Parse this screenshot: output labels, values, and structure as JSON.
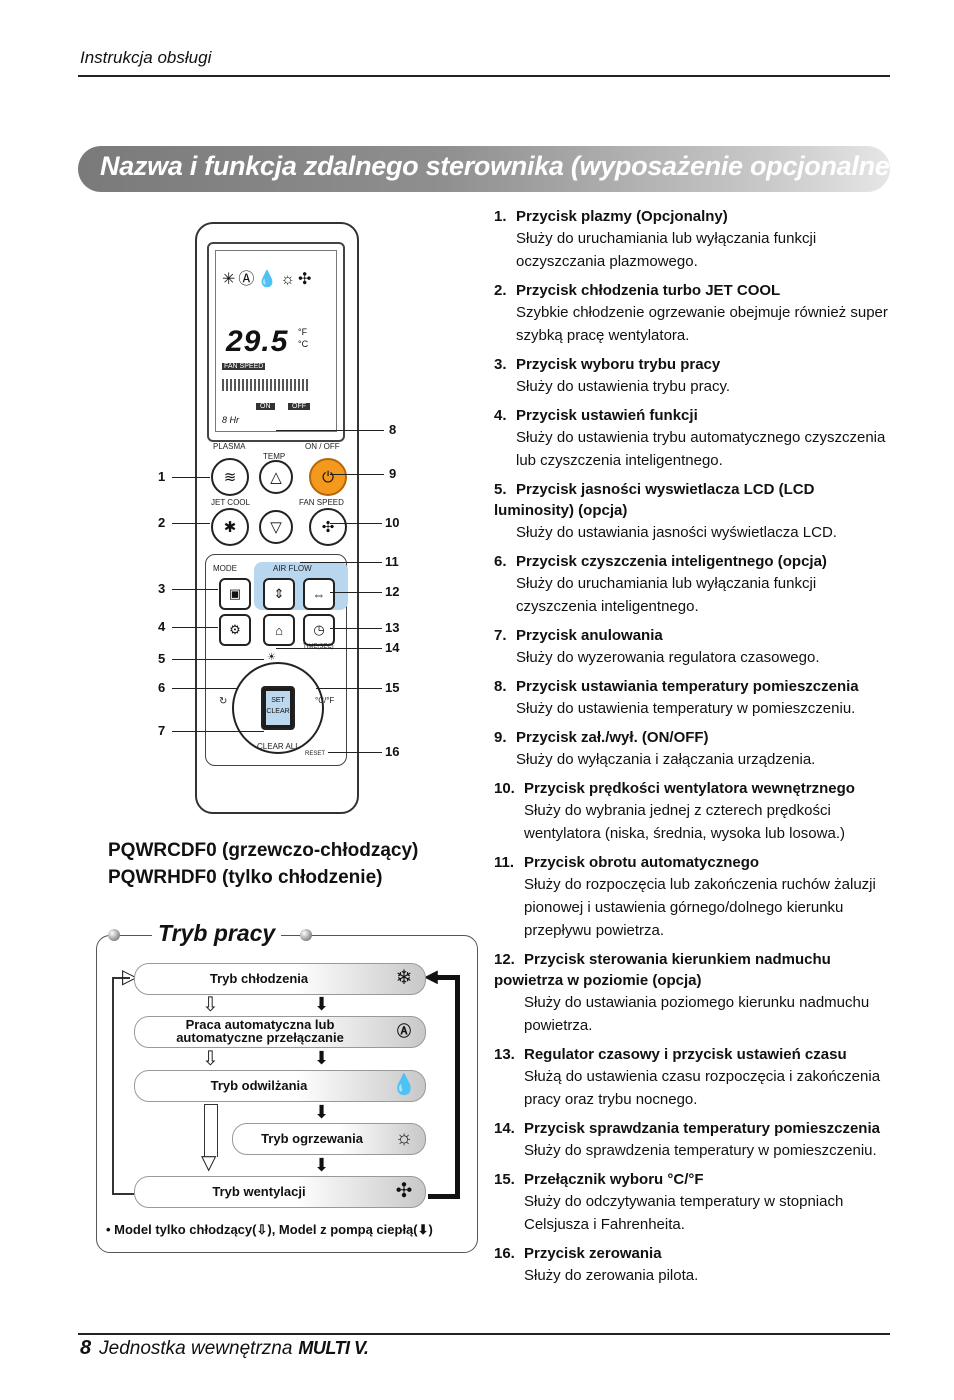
{
  "header": {
    "section": "Instrukcja obsługi"
  },
  "banner": {
    "title": "Nazwa i funkcja zdalnego sterownika (wyposażenie opcjonalne)"
  },
  "remote": {
    "lcd_temp": "29.5",
    "lcd_deg_f": "°F",
    "lcd_deg_c": "°C",
    "lcd_fan_speed": "FAN SPEED",
    "lcd_on": "ON",
    "lcd_off": "OFF",
    "lcd_hr": "8 Hr",
    "labels": {
      "plasma": "PLASMA",
      "temp": "TEMP",
      "onoff": "ON / OFF",
      "jetcool": "JET COOL",
      "fanspeed": "FAN SPEED",
      "mode": "MODE",
      "airflow": "AIR FLOW",
      "timesec": "TIME(SEC)",
      "set": "SET",
      "clear": "CLEAR",
      "clearall": "CLEAR ALL",
      "reset": "RESET",
      "cf": "°C/°F"
    },
    "callouts": [
      "1",
      "2",
      "3",
      "4",
      "5",
      "6",
      "7",
      "8",
      "9",
      "10",
      "11",
      "12",
      "13",
      "14",
      "15",
      "16"
    ]
  },
  "models": {
    "line1": "PQWRCDF0 (grzewczo-chłodzący)",
    "line2": "PQWRHDF0 (tylko chłodzenie)"
  },
  "modes": {
    "title": "Tryb pracy",
    "items": [
      {
        "label": "Tryb chłodzenia",
        "icon": "snowflake-icon"
      },
      {
        "label": "Praca automatyczna lub automatyczne przełączanie",
        "icon": "ai-icon"
      },
      {
        "label": "Tryb odwilżania",
        "icon": "drop-icon"
      },
      {
        "label": "Tryb ogrzewania",
        "icon": "sun-icon"
      },
      {
        "label": "Tryb wentylacji",
        "icon": "fan-icon"
      }
    ],
    "note_a": "• Model tylko chłodzący(",
    "note_b": "), Model z pompą ciepłą(",
    "note_c": ")"
  },
  "functions": [
    {
      "num": "1.",
      "title": "Przycisk plazmy (Opcjonalny)",
      "desc": "Służy do uruchamiania lub wyłączania funkcji oczyszczania plazmowego."
    },
    {
      "num": "2.",
      "title": "Przycisk chłodzenia turbo JET COOL",
      "desc": "Szybkie chłodzenie ogrzewanie obejmuje również super szybką pracę wentylatora."
    },
    {
      "num": "3.",
      "title": "Przycisk wyboru trybu pracy",
      "desc": "Służy do ustawienia trybu pracy."
    },
    {
      "num": "4.",
      "title": "Przycisk ustawień funkcji",
      "desc": "Służy do ustawienia trybu automatycznego czyszczenia lub czyszczenia inteligentnego."
    },
    {
      "num": "5.",
      "title": "Przycisk jasności wyswietlacza LCD (LCD luminosity) (opcja)",
      "desc": "Służy do ustawiania jasności wyświetlacza LCD."
    },
    {
      "num": "6.",
      "title": "Przycisk czyszczenia inteligentnego (opcja)",
      "desc": "Służy do uruchamiania lub wyłączania funkcji czyszczenia inteligentnego."
    },
    {
      "num": "7.",
      "title": "Przycisk anulowania",
      "desc": "Służy do wyzerowania regulatora czasowego."
    },
    {
      "num": "8.",
      "title": "Przycisk ustawiania temperatury pomieszczenia",
      "desc": "Służy do ustawienia temperatury w pomieszczeniu."
    },
    {
      "num": "9.",
      "title": "Przycisk zał./wył. (ON/OFF)",
      "desc": "Służy do wyłączania i załączania urządzenia."
    },
    {
      "num": "10.",
      "title": "Przycisk prędkości wentylatora wewnętrznego",
      "desc": "Służy do wybrania jednej z czterech prędkości wentylatora (niska, średnia, wysoka lub losowa.)"
    },
    {
      "num": "11.",
      "title": "Przycisk obrotu automatycznego",
      "desc": "Służy do rozpoczęcia lub zakończenia ruchów żaluzji pionowej i ustawienia górnego/dolnego kierunku przepływu powietrza."
    },
    {
      "num": "12.",
      "title": "Przycisk sterowania kierunkiem nadmuchu powietrza w poziomie (opcja)",
      "desc": "Służy do ustawiania poziomego kierunku nadmuchu powietrza."
    },
    {
      "num": "13.",
      "title": "Regulator czasowy i przycisk ustawień czasu",
      "desc": "Służą do ustawienia czasu rozpoczęcia i zakończenia pracy oraz trybu nocnego."
    },
    {
      "num": "14.",
      "title": "Przycisk sprawdzania temperatury pomieszczenia",
      "desc": "Służy do sprawdzenia temperatury w pomieszczeniu."
    },
    {
      "num": "15.",
      "title": "Przełącznik wyboru °C/°F",
      "desc": "Służy do odczytywania temperatury w stopniach Celsjusza i Fahrenheita."
    },
    {
      "num": "16.",
      "title": "Przycisk zerowania",
      "desc": "Służy do zerowania pilota."
    }
  ],
  "footer": {
    "page": "8",
    "text": "Jednostka wewnętrzna",
    "logo": "MULTI V."
  }
}
